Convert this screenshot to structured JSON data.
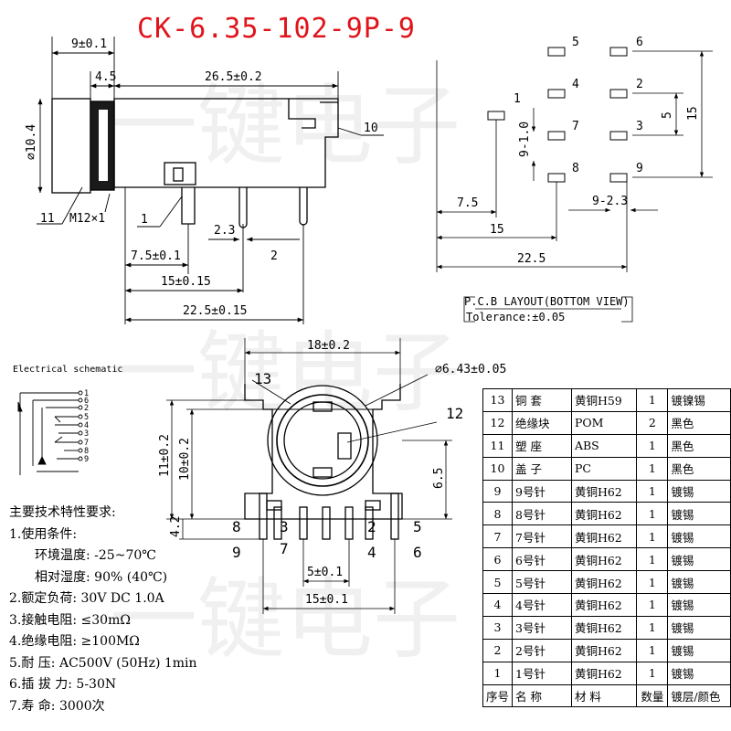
{
  "title": "CK-6.35-102-9P-9",
  "watermark": [
    "一键电子",
    "一键电子",
    "一键电子"
  ],
  "side_view": {
    "dims": [
      "9±0.1",
      "4.5",
      "26.5±0.2",
      "∅10.4",
      "M12×1",
      "7.5±0.1",
      "2.3",
      "2",
      "15±0.15",
      "22.5±0.15"
    ],
    "callouts": [
      "11",
      "1",
      "10"
    ]
  },
  "pcb_layout": {
    "pins": [
      "1",
      "2",
      "3",
      "4",
      "5",
      "6",
      "7",
      "8",
      "9"
    ],
    "dims": [
      "5",
      "15",
      "9-1.0",
      "7.5",
      "15",
      "22.5",
      "9-2.3"
    ],
    "caption": "P.C.B LAYOUT(BOTTOM VIEW)",
    "tolerance": "Tolerance:±0.05"
  },
  "front_view": {
    "dims": [
      "18±0.2",
      "∅6.43±0.05",
      "11±0.2",
      "10±0.2",
      "6.5",
      "4.2",
      "5±0.1",
      "15±0.1"
    ],
    "callouts": [
      "13",
      "12"
    ],
    "pin_labels": [
      "8",
      "9",
      "3",
      "7",
      "2",
      "4",
      "5",
      "6"
    ]
  },
  "schematic": {
    "title": "Electrical schematic",
    "pins": [
      "1",
      "6",
      "2",
      "5",
      "4",
      "3",
      "7",
      "8",
      "9"
    ]
  },
  "specs": {
    "heading": "主要技术特性要求:",
    "items": [
      "1.使用条件:",
      "  环境温度: -25~70℃",
      "  相对湿度: 90% (40℃)",
      "2.额定负荷: 30V DC 1.0A",
      "3.接触电阻: ≤30mΩ",
      "4.绝缘电阻: ≥100MΩ",
      "5.耐   压: AC500V (50Hz) 1min",
      "6.插 拔 力: 5-30N",
      "7.寿   命: 3000次"
    ]
  },
  "bom": {
    "rows": [
      [
        "13",
        "铜 套",
        "黄铜H59",
        "1",
        "镀镍锡"
      ],
      [
        "12",
        "绝缘块",
        "POM",
        "2",
        "黑色"
      ],
      [
        "11",
        "塑 座",
        "ABS",
        "1",
        "黑色"
      ],
      [
        "10",
        "盖 子",
        "PC",
        "1",
        "黑色"
      ],
      [
        "9",
        "9号针",
        "黄铜H62",
        "1",
        "镀锡"
      ],
      [
        "8",
        "8号针",
        "黄铜H62",
        "1",
        "镀锡"
      ],
      [
        "7",
        "7号针",
        "黄铜H62",
        "1",
        "镀锡"
      ],
      [
        "6",
        "6号针",
        "黄铜H62",
        "1",
        "镀锡"
      ],
      [
        "5",
        "5号针",
        "黄铜H62",
        "1",
        "镀锡"
      ],
      [
        "4",
        "4号针",
        "黄铜H62",
        "1",
        "镀锡"
      ],
      [
        "3",
        "3号针",
        "黄铜H62",
        "1",
        "镀锡"
      ],
      [
        "2",
        "2号针",
        "黄铜H62",
        "1",
        "镀锡"
      ],
      [
        "1",
        "1号针",
        "黄铜H62",
        "1",
        "镀锡"
      ]
    ],
    "header": [
      "序号",
      "名 称",
      "材 料",
      "数量",
      "镀层/颜色"
    ]
  }
}
